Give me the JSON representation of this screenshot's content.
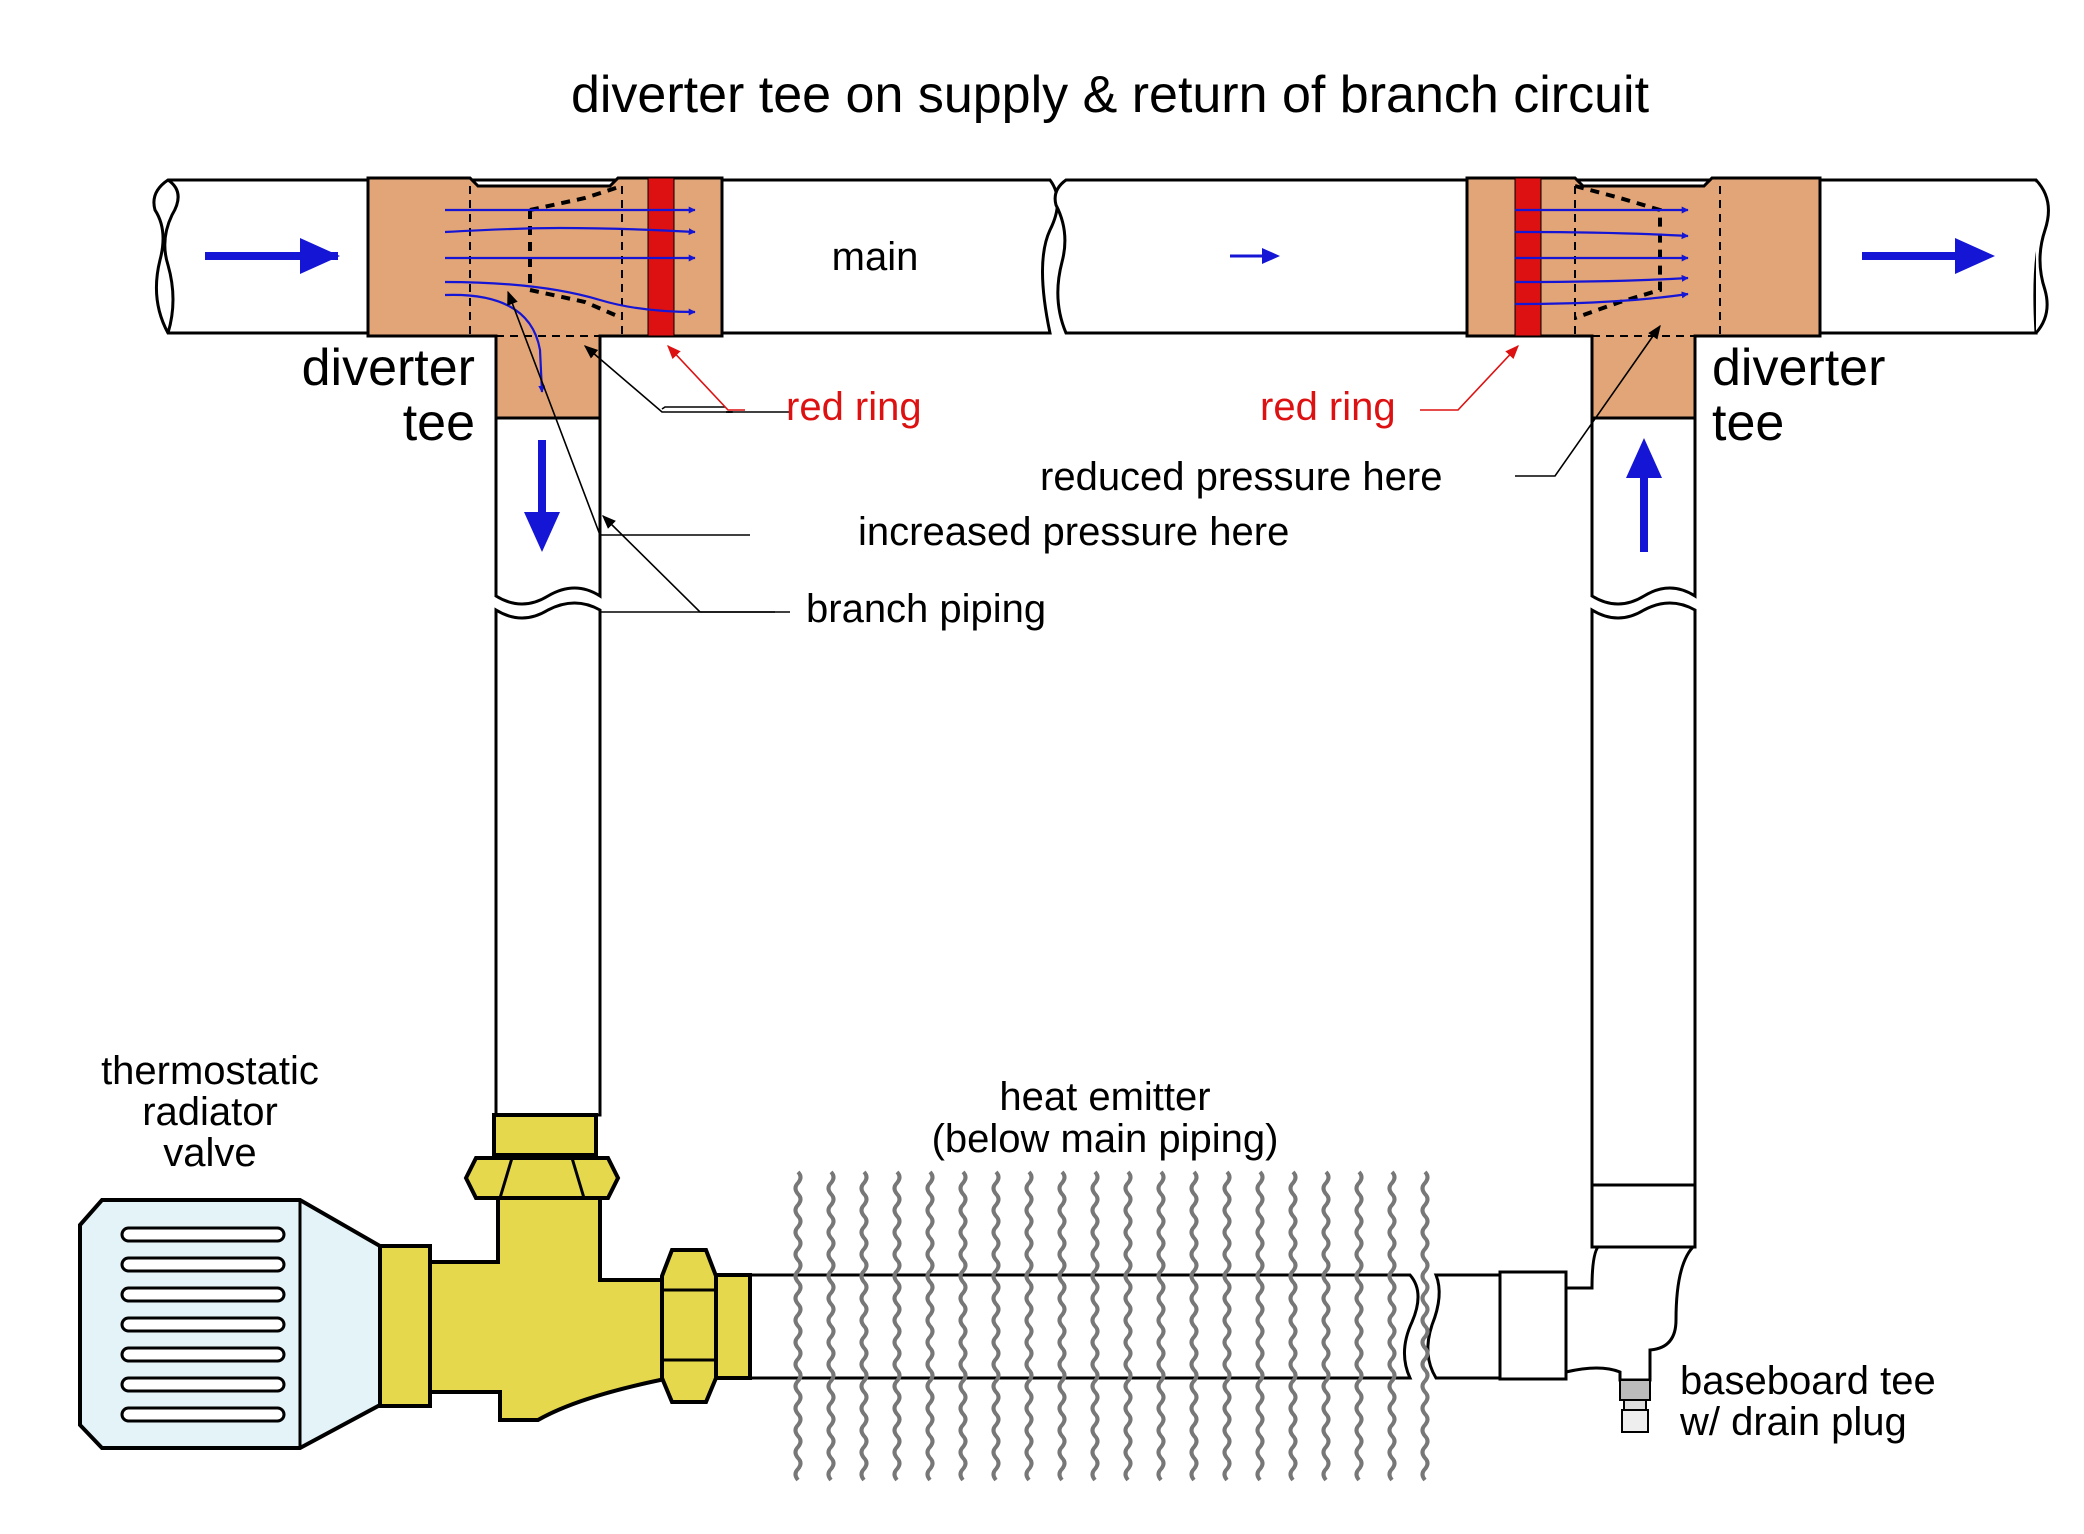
{
  "title": "diverter tee on supply & return of branch circuit",
  "labels": {
    "main": "main",
    "left_tee_line1": "diverter",
    "left_tee_line2": "tee",
    "right_tee_line1": "diverter",
    "right_tee_line2": "tee",
    "red_ring_left": "red ring",
    "red_ring_right": "red ring",
    "reduced_pressure": "reduced pressure here",
    "increased_pressure": "increased pressure here",
    "branch_piping": "branch piping",
    "trv_line1": "thermostatic",
    "trv_line2": "radiator",
    "trv_line3": "valve",
    "emitter_line1": "heat emitter",
    "emitter_line2": "(below main piping)",
    "baseboard_line1": "baseboard tee",
    "baseboard_line2": "w/ drain plug"
  },
  "colors": {
    "flow_arrow": "#1515d6",
    "red_ring": "#dd1111",
    "copper": "#e2a577",
    "brass": "#e5d84c",
    "valve_head": "#e4f3f8"
  }
}
